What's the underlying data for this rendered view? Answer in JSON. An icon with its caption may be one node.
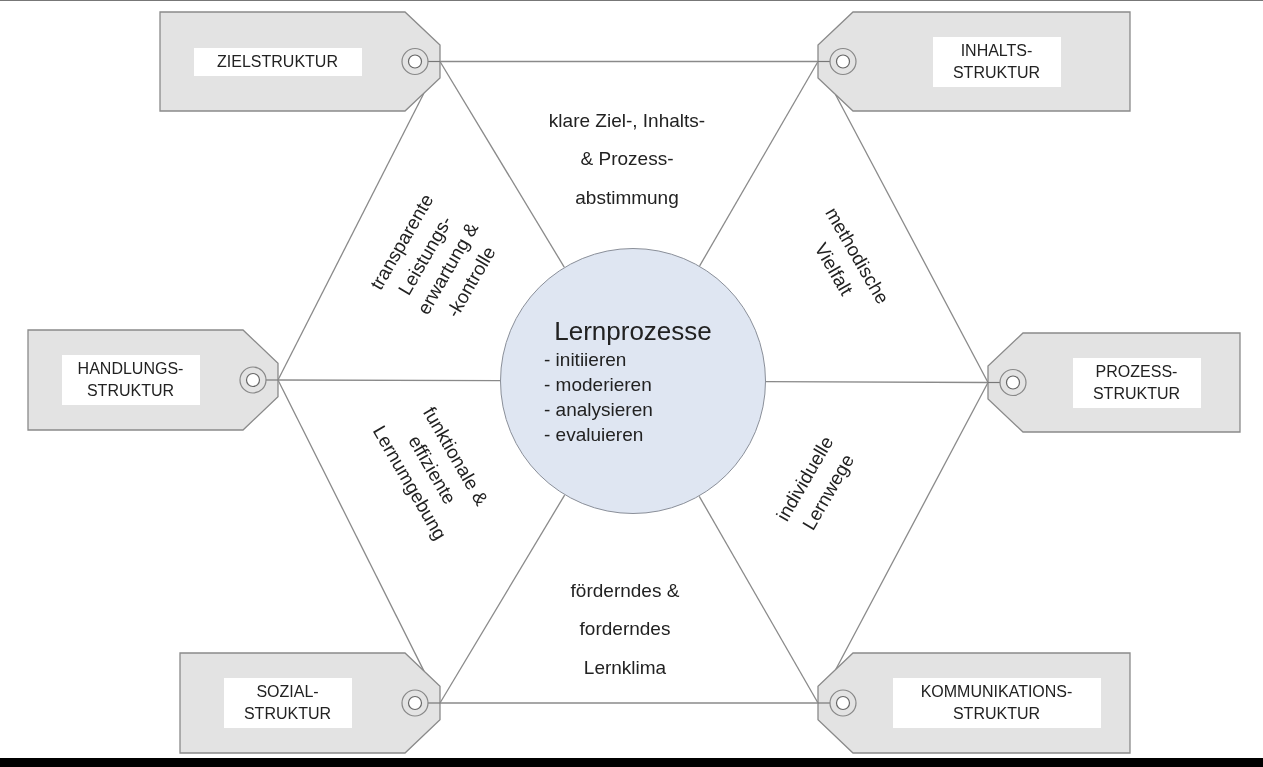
{
  "diagram": {
    "nodes": [
      {
        "text": [
          "ZIELSTRUKTUR"
        ]
      },
      {
        "text": [
          "INHALTS- STRUKTUR"
        ]
      },
      {
        "text": [
          "HANDLUNGS- STRUKTUR"
        ]
      },
      {
        "text": [
          "Lernprozesse",
          "- initiieren",
          "- moderieren",
          "- analysieren",
          "- evaluieren"
        ]
      },
      {
        "text": [
          "PROZESS- STRUKTUR"
        ]
      },
      {
        "text": [
          "SOZIAL- STRUKTUR"
        ]
      },
      {
        "text": [
          "KOMMUNIKATIONS- STRUKTUR"
        ]
      }
    ],
    "edges": [
      {
        "from": 0,
        "to": 1,
        "arrow": "none"
      },
      {
        "from": 0,
        "to": 3,
        "arrow": "none"
      },
      {
        "from": 0,
        "to": 2,
        "arrow": "none"
      },
      {
        "from": 1,
        "to": 3,
        "arrow": "none"
      },
      {
        "from": 1,
        "to": 4,
        "arrow": "none"
      },
      {
        "from": 2,
        "to": 3,
        "arrow": "none"
      },
      {
        "from": 2,
        "to": 5,
        "arrow": "none"
      },
      {
        "from": 3,
        "to": 4,
        "arrow": "none"
      },
      {
        "from": 5,
        "to": 3,
        "arrow": "none"
      },
      {
        "from": 5,
        "to": 6,
        "arrow": "none"
      },
      {
        "from": 6,
        "to": 3,
        "arrow": "none"
      },
      {
        "from": 6,
        "to": 4,
        "arrow": "none"
      }
    ],
    "labels": [
      "klare Ziel-, Inhalts- & Prozess- abstimmung",
      "transparente Leistungs- erwartung & -kontrolle",
      "methodische Vielfalt",
      "funktionale & effiziente Lernumgebung",
      "individuelle Lernwege",
      "förderndes & forderndes Lernklima"
    ]
  }
}
